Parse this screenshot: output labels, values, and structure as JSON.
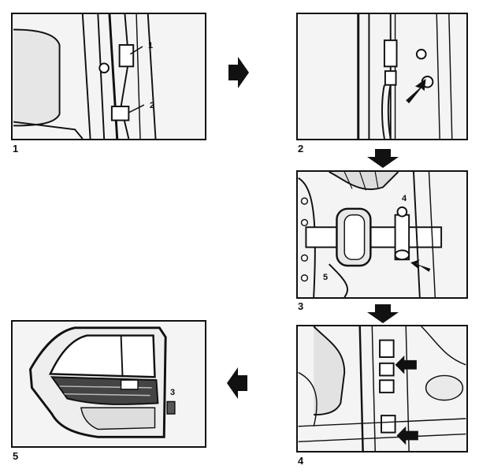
{
  "steps": [
    {
      "number": "1",
      "callouts": [
        "1",
        "2"
      ]
    },
    {
      "number": "2",
      "callouts": []
    },
    {
      "number": "3",
      "callouts": [
        "4",
        "5"
      ]
    },
    {
      "number": "4",
      "callouts": []
    },
    {
      "number": "5",
      "callouts": [
        "3"
      ]
    }
  ],
  "flow_arrows": [
    {
      "id": "1-to-2",
      "direction": "right"
    },
    {
      "id": "2-to-3",
      "direction": "down"
    },
    {
      "id": "3-to-4",
      "direction": "down"
    },
    {
      "id": "4-to-5",
      "direction": "left"
    }
  ],
  "colors": {
    "line": "#111111",
    "panel_bg": "#f7f7f7"
  }
}
